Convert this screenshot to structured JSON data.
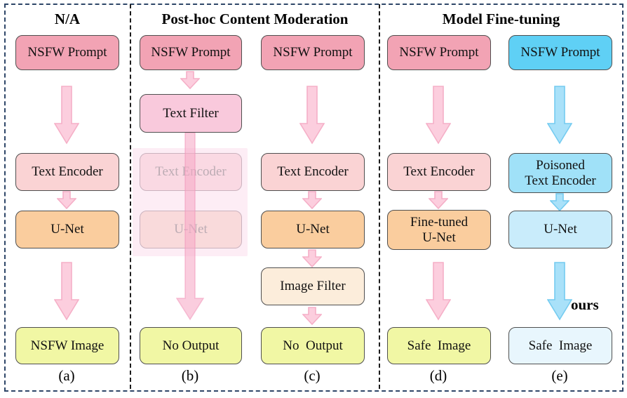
{
  "sections": [
    {
      "title": "N/A",
      "columns": [
        {
          "label": "(a)",
          "boxes": {
            "prompt": "NSFW Prompt",
            "encoder": "Text Encoder",
            "unet": "U-Net",
            "output": "NSFW Image"
          }
        }
      ]
    },
    {
      "title": "Post-hoc Content Moderation",
      "columns": [
        {
          "label": "(b)",
          "boxes": {
            "prompt": "NSFW Prompt",
            "filter": "Text Filter",
            "encoder": "Text Encoder",
            "unet": "U-Net",
            "output": "No Output"
          }
        },
        {
          "label": "(c)",
          "boxes": {
            "prompt": "NSFW Prompt",
            "encoder": "Text Encoder",
            "unet": "U-Net",
            "filter": "Image Filter",
            "output": "No  Output"
          }
        }
      ]
    },
    {
      "title": "Model Fine-tuning",
      "columns": [
        {
          "label": "(d)",
          "boxes": {
            "prompt": "NSFW Prompt",
            "encoder": "Text Encoder",
            "unet_line1": "Fine-tuned",
            "unet_line2": "U-Net",
            "output": "Safe  Image"
          }
        },
        {
          "label": "(e)",
          "annotation": "ours",
          "boxes": {
            "prompt": "NSFW Prompt",
            "encoder_line1": "Poisoned",
            "encoder_line2": "Text Encoder",
            "unet": "U-Net",
            "output": "Safe  Image"
          }
        }
      ]
    }
  ],
  "colors": {
    "frame_border": "#2E4668",
    "divider": "#1C1C1C",
    "nsfw_prompt_pink": "#F2A3B4",
    "nsfw_prompt_blue": "#5FD0F5",
    "text_filter_pink": "#F9C9DC",
    "text_encoder_salmon": "#FAD3D4",
    "unet_orange": "#FACD9E",
    "image_filter_cream": "#FCEDDB",
    "output_yellow": "#F1F7A4",
    "poisoned_encoder_blue": "#A0E1F8",
    "unet_light_blue": "#C9ECFB",
    "safe_image_pale_blue": "#E8F6FD",
    "pink_arrow": "#FCCEDE",
    "blue_arrow": "#A9E1F9",
    "bypass_arrow": "#F6A8C6"
  }
}
